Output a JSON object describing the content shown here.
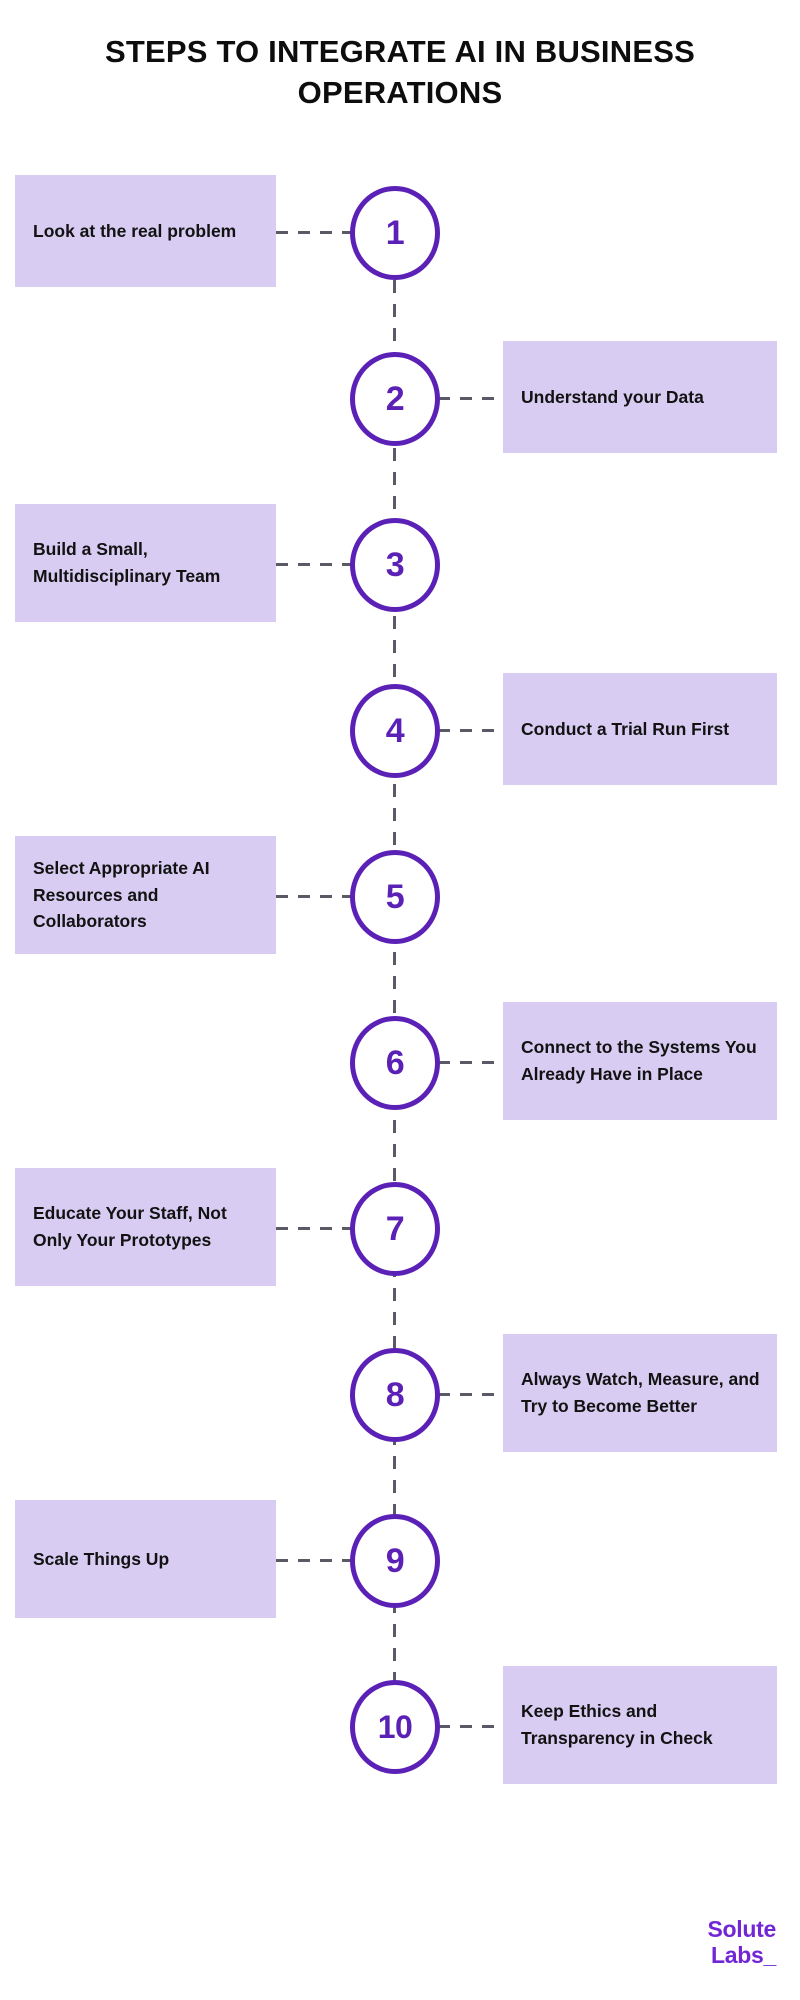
{
  "title": "STEPS TO INTEGRATE AI IN BUSINESS OPERATIONS",
  "colors": {
    "accent_purple": "#5b21b6",
    "box_lavender": "#d8ccf2",
    "dash_gray": "#5a5a66",
    "logo_purple": "#7226d6",
    "text_black": "#121212",
    "background": "#ffffff"
  },
  "steps": [
    {
      "number": "1",
      "label": "Look at the real problem",
      "side": "left"
    },
    {
      "number": "2",
      "label": "Understand your Data",
      "side": "right"
    },
    {
      "number": "3",
      "label": "Build a Small, Multidisciplinary Team",
      "side": "left"
    },
    {
      "number": "4",
      "label": "Conduct a Trial Run First",
      "side": "right"
    },
    {
      "number": "5",
      "label": "Select Appropriate AI Resources and Collaborators",
      "side": "left"
    },
    {
      "number": "6",
      "label": "Connect to the Systems You Already Have in Place",
      "side": "right"
    },
    {
      "number": "7",
      "label": "Educate Your Staff, Not Only Your Prototypes",
      "side": "left"
    },
    {
      "number": "8",
      "label": "Always Watch, Measure, and Try to Become Better",
      "side": "right"
    },
    {
      "number": "9",
      "label": "Scale Things Up",
      "side": "left"
    },
    {
      "number": "10",
      "label": "Keep Ethics and Transparency in Check",
      "side": "right"
    }
  ],
  "logo": {
    "line1": "Solute",
    "line2": "Labs_"
  }
}
